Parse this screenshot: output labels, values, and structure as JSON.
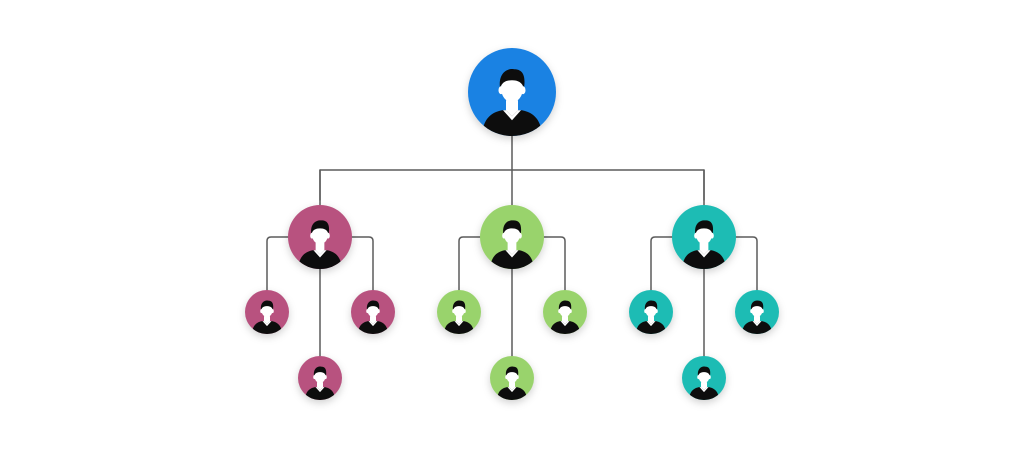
{
  "diagram": {
    "type": "org-chart",
    "colors": {
      "root": "#1a82e3",
      "pink": "#b8527f",
      "green": "#99d36c",
      "teal": "#1dbcb4",
      "connector": "#5c5c5c",
      "person": "#0d0d0d",
      "skin": "#ffffff"
    },
    "nodes": [
      {
        "id": "root",
        "level": 0,
        "color": "root",
        "icon": "person-avatar-icon"
      },
      {
        "id": "pink-lead",
        "level": 1,
        "parent": "root",
        "color": "pink",
        "icon": "person-avatar-icon"
      },
      {
        "id": "green-lead",
        "level": 1,
        "parent": "root",
        "color": "green",
        "icon": "person-avatar-icon"
      },
      {
        "id": "teal-lead",
        "level": 1,
        "parent": "root",
        "color": "teal",
        "icon": "person-avatar-icon"
      },
      {
        "id": "pink-left",
        "level": 2,
        "parent": "pink-lead",
        "color": "pink",
        "icon": "person-avatar-icon"
      },
      {
        "id": "pink-right",
        "level": 2,
        "parent": "pink-lead",
        "color": "pink",
        "icon": "person-avatar-icon"
      },
      {
        "id": "pink-bottom",
        "level": 2,
        "parent": "pink-lead",
        "color": "pink",
        "icon": "person-avatar-icon"
      },
      {
        "id": "green-left",
        "level": 2,
        "parent": "green-lead",
        "color": "green",
        "icon": "person-avatar-icon"
      },
      {
        "id": "green-right",
        "level": 2,
        "parent": "green-lead",
        "color": "green",
        "icon": "person-avatar-icon"
      },
      {
        "id": "green-bottom",
        "level": 2,
        "parent": "green-lead",
        "color": "green",
        "icon": "person-avatar-icon"
      },
      {
        "id": "teal-left",
        "level": 2,
        "parent": "teal-lead",
        "color": "teal",
        "icon": "person-avatar-icon"
      },
      {
        "id": "teal-right",
        "level": 2,
        "parent": "teal-lead",
        "color": "teal",
        "icon": "person-avatar-icon"
      },
      {
        "id": "teal-bottom",
        "level": 2,
        "parent": "teal-lead",
        "color": "teal",
        "icon": "person-avatar-icon"
      }
    ]
  }
}
